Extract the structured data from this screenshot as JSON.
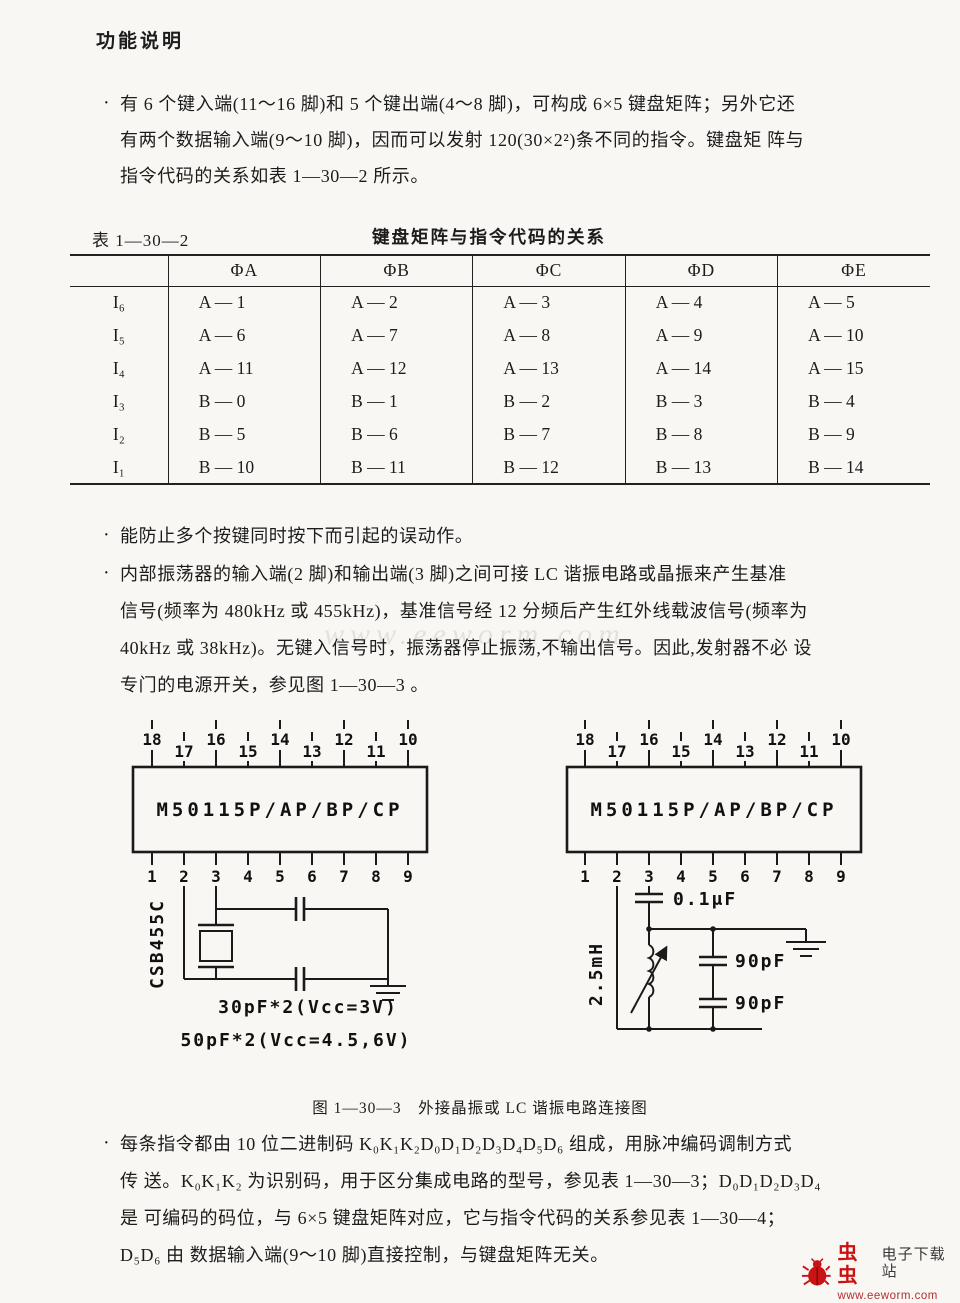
{
  "page": {
    "heading": "功能说明",
    "watermark": "www.eeworm.com"
  },
  "para1": {
    "marker": "·",
    "lines": [
      "有 6 个键入端(11～16 脚)和 5 个键出端(4～8 脚)，可构成 6×5 键盘矩阵；另外它还",
      "有两个数据输入端(9～10 脚)，因而可以发射 120(30×2²)条不同的指令。键盘矩 阵与",
      "指令代码的关系如表 1—30—2 所示。"
    ]
  },
  "table": {
    "label": "表 1—30—2",
    "title": "键盘矩阵与指令代码的关系",
    "col_headers": [
      "ΦA",
      "ΦB",
      "ΦC",
      "ΦD",
      "ΦE"
    ],
    "rows": [
      {
        "label": "I₆",
        "cells": [
          "A — 1",
          "A — 2",
          "A — 3",
          "A — 4",
          "A — 5"
        ]
      },
      {
        "label": "I₅",
        "cells": [
          "A — 6",
          "A — 7",
          "A — 8",
          "A — 9",
          "A — 10"
        ]
      },
      {
        "label": "I₄",
        "cells": [
          "A — 11",
          "A — 12",
          "A — 13",
          "A — 14",
          "A — 15"
        ]
      },
      {
        "label": "I₃",
        "cells": [
          "B — 0",
          "B — 1",
          "B — 2",
          "B — 3",
          "B — 4"
        ]
      },
      {
        "label": "I₂",
        "cells": [
          "B — 5",
          "B — 6",
          "B — 7",
          "B — 8",
          "B — 9"
        ]
      },
      {
        "label": "I₁",
        "cells": [
          "B — 10",
          "B — 11",
          "B — 12",
          "B — 13",
          "B — 14"
        ]
      }
    ]
  },
  "para2": {
    "marker": "·",
    "lines": [
      "能防止多个按键同时按下而引起的误动作。"
    ]
  },
  "para3": {
    "marker": "·",
    "lines": [
      "内部振荡器的输入端(2 脚)和输出端(3 脚)之间可接 LC 谐振电路或晶振来产生基准",
      "信号(频率为 480kHz 或 455kHz)，基准信号经 12 分频后产生红外线载波信号(频率为",
      "40kHz 或 38kHz)。无键入信号时，振荡器停止振荡,不输出信号。因此,发射器不必 设",
      "专门的电源开关，参见图 1—30—3 。"
    ]
  },
  "figure": {
    "chip_label": "M50115P/AP/BP/CP",
    "pins_top": [
      "18",
      "17",
      "16",
      "15",
      "14",
      "13",
      "12",
      "11",
      "10"
    ],
    "pins_bottom": [
      "1",
      "2",
      "3",
      "4",
      "5",
      "6",
      "7",
      "8",
      "9"
    ],
    "left": {
      "resonator": "CSB455C",
      "note1": "30pF*2(Vcc=3V)",
      "note2": "50pF*2(Vcc=4.5,6V)"
    },
    "right": {
      "cap_top": "0.1μF",
      "inductor": "2.5mH",
      "cap_mid": "90pF",
      "cap_bottom": "90pF"
    },
    "caption": "图 1—30—3　外接晶振或 LC 谐振电路连接图"
  },
  "para4": {
    "marker": "·",
    "lines": [
      "每条指令都由 10 位二进制码 K₀K₁K₂D₀D₁D₂D₃D₄D₅D₆ 组成，用脉冲编码调制方式",
      "传 送。K₀K₁K₂ 为识别码，用于区分集成电路的型号，参见表 1—30—3；D₀D₁D₂D₃D₄",
      "是 可编码的码位，与 6×5 键盘矩阵对应，它与指令代码的关系参见表 1—30—4；",
      "D₅D₆ 由 数据输入端(9～10 脚)直接控制，与键盘矩阵无关。"
    ]
  },
  "logo": {
    "name_red": "虫虫",
    "name_rest": "电子下载站",
    "url": "www.eeworm.com"
  }
}
